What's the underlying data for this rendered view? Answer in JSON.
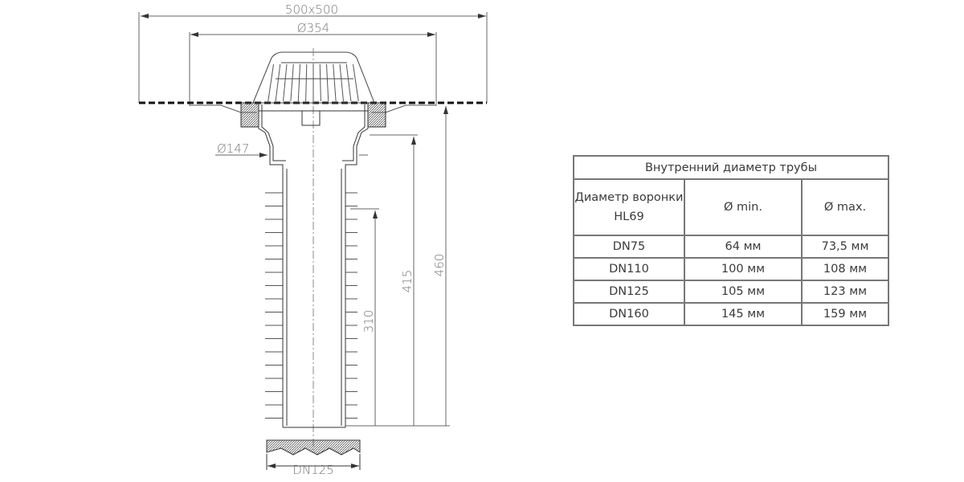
{
  "drawing": {
    "dim_overall": "500x500",
    "dim_flange": "Ø354",
    "dim_outlet": "Ø147",
    "dim_height_total": "460",
    "dim_height_mid": "415",
    "dim_height_pipe": "310",
    "dim_pipe": "DN125"
  },
  "table": {
    "title": "Внутренний диаметр трубы",
    "headers": [
      "Диаметр воронки HL69",
      "Ø min.",
      "Ø max."
    ],
    "rows": [
      [
        "DN75",
        "64 мм",
        "73,5 мм"
      ],
      [
        "DN110",
        "100 мм",
        "108 мм"
      ],
      [
        "DN125",
        "105 мм",
        "123 мм"
      ],
      [
        "DN160",
        "145 мм",
        "159 мм"
      ]
    ]
  }
}
